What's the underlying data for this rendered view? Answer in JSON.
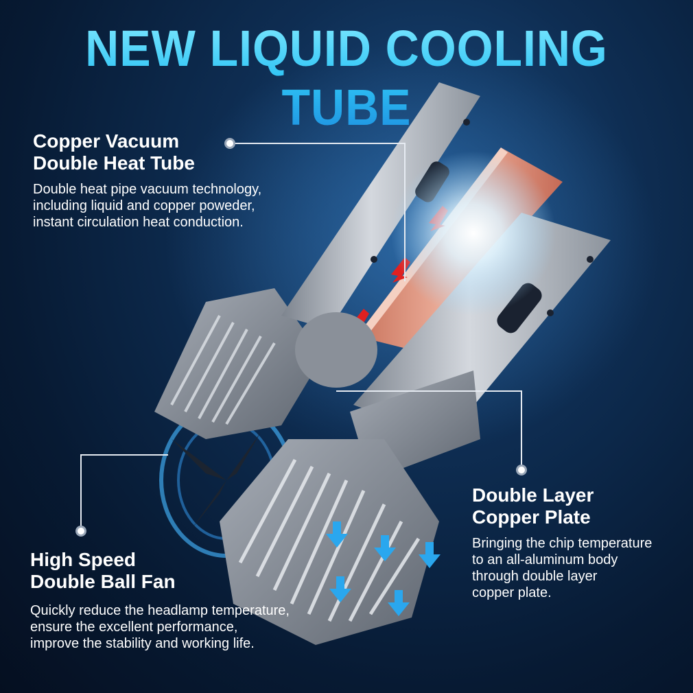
{
  "headline": "NEW LIQUID COOLING TUBE",
  "callouts": [
    {
      "title_line1": "Copper Vacuum",
      "title_line2": "Double Heat Tube",
      "desc": [
        "Double heat pipe vacuum technology,",
        "including liquid and copper poweder,",
        "instant circulation heat conduction."
      ]
    },
    {
      "title_line1": "Double Layer",
      "title_line2": "Copper Plate",
      "desc": [
        "Bringing the chip temperature",
        "to an all-aluminum body",
        "through double layer",
        "copper plate."
      ]
    },
    {
      "title_line1": "High Speed",
      "title_line2": "Double Ball Fan",
      "desc": [
        "Quickly reduce the headlamp temperature,",
        "ensure the excellent performance,",
        "improve the stability and working life."
      ]
    }
  ],
  "colors": {
    "headline_gradient_top": "#7ee8ff",
    "headline_gradient_bottom": "#1d8fe0",
    "background": "#0e2d52",
    "copper": "#e7a08c",
    "aluminum": "#b9bec6",
    "arrow_red": "#e02020",
    "arrow_blue": "#2aa7ee"
  }
}
